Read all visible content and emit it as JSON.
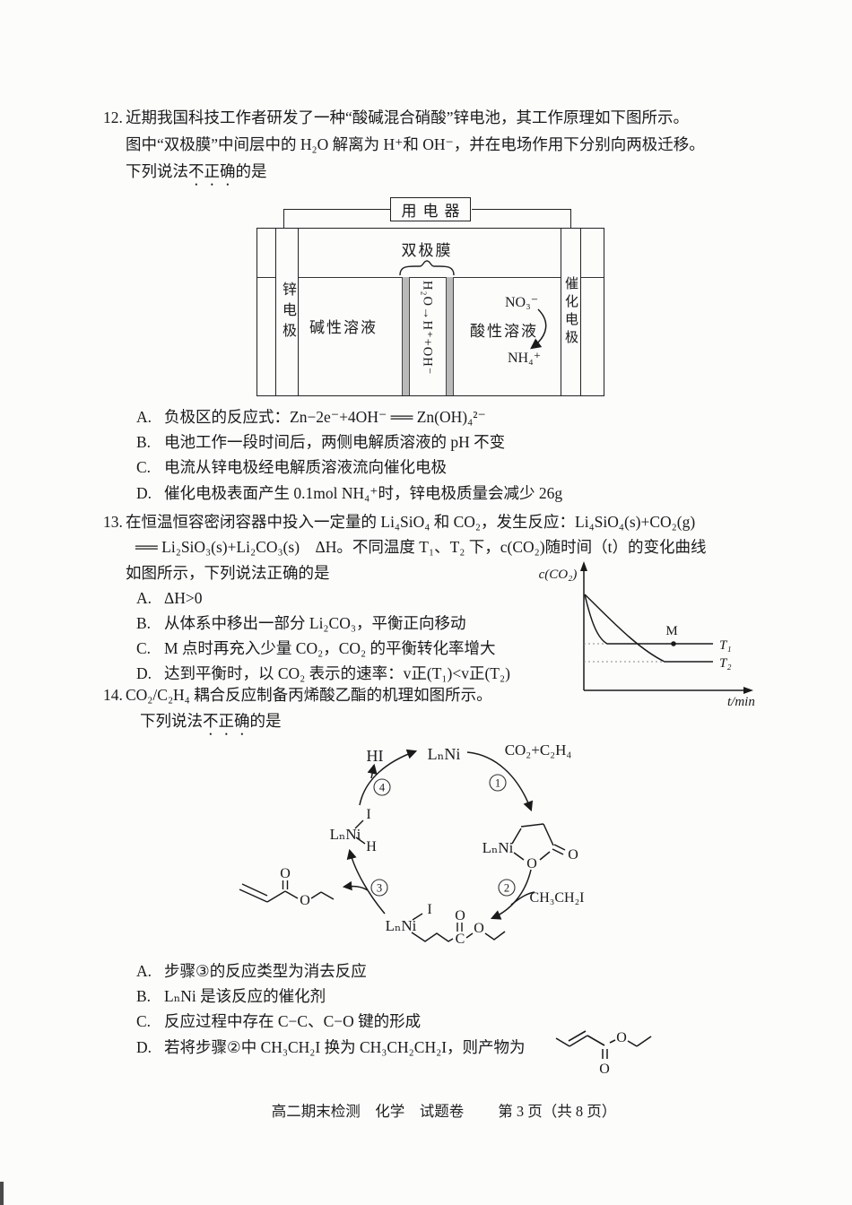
{
  "q12": {
    "number": "12.",
    "lines": [
      "近期我国科技工作者研发了一种“酸碱混合硝酸”锌电池，其工作原理如下图所示。",
      "图中“双极膜”中间层中的 H₂O 解离为 H⁺和 OH⁻，并在电场作用下分别向两极迁移。"
    ],
    "line3": {
      "pre": "下列说法",
      "emphasis": "不正确",
      "post": "的是"
    },
    "diagram": {
      "device": "用电器",
      "membrane": "双极膜",
      "zinc_electrode": "锌电极",
      "catalytic_electrode": "催化电极",
      "alkaline": "碱性溶液",
      "acidic": "酸性溶液",
      "water_split": "H₂O→H⁺+OH⁻",
      "no3": "NO₃⁻",
      "nh4": "NH₄⁺"
    },
    "options": [
      {
        "label": "A.",
        "text": "负极区的反应式：Zn−2e⁻+4OH⁻ ══ Zn(OH)₄²⁻"
      },
      {
        "label": "B.",
        "text": "电池工作一段时间后，两侧电解质溶液的 pH 不变"
      },
      {
        "label": "C.",
        "text": "电流从锌电极经电解质溶液流向催化电极"
      },
      {
        "label": "D.",
        "text": "催化电极表面产生 0.1mol NH₄⁺时，锌电极质量会减少 26g"
      }
    ]
  },
  "q13": {
    "number": "13.",
    "lines": [
      "在恒温恒容密闭容器中投入一定量的 Li₄SiO₄ 和 CO₂，发生反应：Li₄SiO₄(s)+CO₂(g)",
      "══ Li₂SiO₃(s)+Li₂CO₃(s)　ΔH。不同温度 T₁、T₂ 下，c(CO₂)随时间（t）的变化曲线",
      "如图所示，下列说法正确的是"
    ],
    "options": [
      {
        "label": "A.",
        "text": "ΔH>0"
      },
      {
        "label": "B.",
        "text": "从体系中移出一部分 Li₂CO₃，平衡正向移动"
      },
      {
        "label": "C.",
        "text": "M 点时再充入少量 CO₂，CO₂ 的平衡转化率增大"
      },
      {
        "label": "D.",
        "text": "达到平衡时，以 CO₂ 表示的速率：v正(T₁)<v正(T₂)"
      }
    ],
    "graph": {
      "ylabel": "c(CO₂)",
      "xlabel": "t/min",
      "t1": "T₁",
      "t2": "T₂",
      "m": "M",
      "chart_data": {
        "type": "line",
        "xlabel": "t/min",
        "ylabel": "c(CO₂)",
        "series": [
          {
            "name": "T₁",
            "description": "c(CO₂) falls quickly from initial value and plateaus early at the higher equilibrium concentration; point M lies on this plateau"
          },
          {
            "name": "T₂",
            "description": "c(CO₂) falls more slowly and plateaus later at the lower equilibrium concentration"
          }
        ],
        "annotations": [
          "M"
        ],
        "legend_position": "right of curves",
        "grid": false
      }
    }
  },
  "q14": {
    "number": "14.",
    "line1": "CO₂/C₂H₄ 耦合反应制备丙烯酸乙酯的机理如图所示。",
    "line2": {
      "pre": "下列说法",
      "emphasis": "不正确",
      "post": "的是"
    },
    "cycle": {
      "hi": "HI",
      "lnni": "LₙNi",
      "feed": "CO₂+C₂H₄",
      "ethyl_iodide": "CH₃CH₂I",
      "iodine": "I",
      "hydrogen": "H",
      "oxygen": "O",
      "carbon": "C",
      "steps": [
        "1",
        "2",
        "3",
        "4"
      ]
    },
    "options": [
      {
        "label": "A.",
        "text": "步骤③的反应类型为消去反应"
      },
      {
        "label": "B.",
        "text": "LₙNi 是该反应的催化剂"
      },
      {
        "label": "C.",
        "text": "反应过程中存在 C−C、C−O 键的形成"
      },
      {
        "label": "D.",
        "text": "若将步骤②中 CH₃CH₂I 换为 CH₃CH₂CH₂I，则产物为"
      }
    ]
  },
  "footer": {
    "title": "高二期末检测　化学　试题卷",
    "page_info": "第 3 页（共 8 页）"
  }
}
